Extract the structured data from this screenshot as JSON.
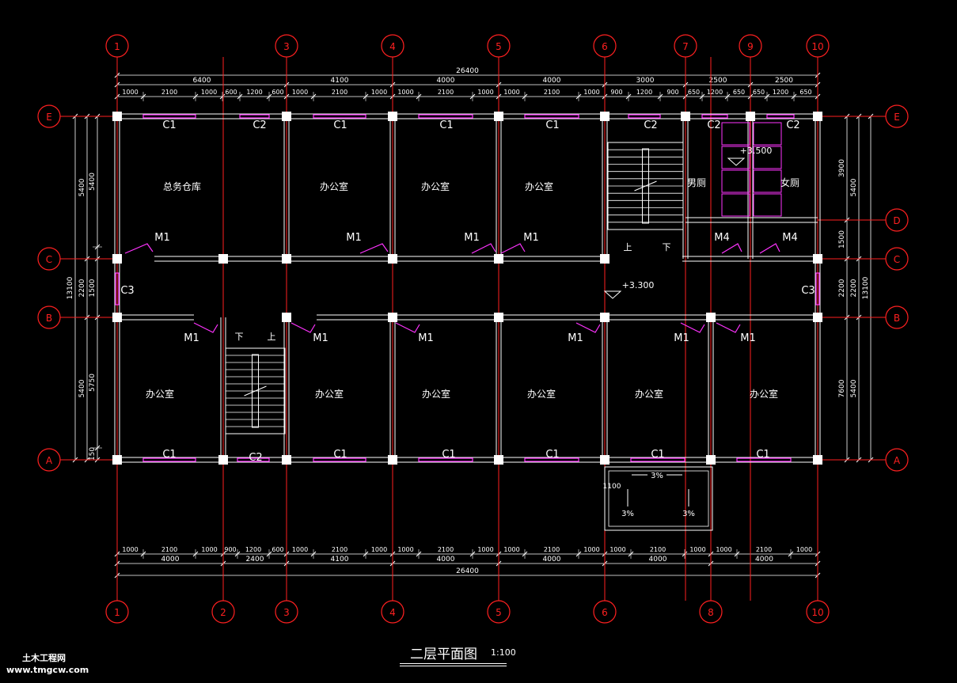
{
  "drawing": {
    "title": "二层平面图",
    "scale": "1:100",
    "watermark_cn": "土木工程网",
    "watermark_url": "www.tmgcw.com"
  },
  "colors": {
    "background": "#000000",
    "wall": "#ffffff",
    "axis": "#ff2020",
    "window": "#ff33ff",
    "dimension": "#ffffff"
  },
  "axes": {
    "top": [
      "1",
      "3",
      "4",
      "5",
      "6",
      "7",
      "9",
      "10"
    ],
    "bottom": [
      "1",
      "2",
      "3",
      "4",
      "5",
      "6",
      "8",
      "10"
    ],
    "left": [
      "E",
      "C",
      "B",
      "A"
    ],
    "right": [
      "E",
      "D",
      "C",
      "B",
      "A"
    ]
  },
  "dimensions": {
    "top_total": "26400",
    "top_bays": [
      "6400",
      "4100",
      "4000",
      "4000",
      "3000",
      "2500",
      "2500"
    ],
    "top_detail": [
      "1000",
      "2100",
      "1000",
      "600",
      "1200",
      "600",
      "1000",
      "2100",
      "1000",
      "1000",
      "2100",
      "1000",
      "1000",
      "2100",
      "1000",
      "900",
      "1200",
      "900",
      "650",
      "1200",
      "650",
      "650",
      "1200",
      "650"
    ],
    "bottom_total": "26400",
    "bottom_bays": [
      "4000",
      "2400",
      "4100",
      "4000",
      "4000",
      "4000",
      "4000"
    ],
    "bottom_detail": [
      "1000",
      "2100",
      "1000",
      "900",
      "1200",
      "600",
      "1000",
      "2100",
      "1000",
      "1000",
      "2100",
      "1000",
      "1000",
      "2100",
      "1000",
      "1000",
      "2100",
      "1000",
      "1000",
      "2100",
      "1000"
    ],
    "left_total": "13100",
    "left_parts": [
      "5400",
      "2200",
      "5400"
    ],
    "left_detail": [
      "5400",
      "1500",
      "5750",
      "150"
    ],
    "right_total": "13100",
    "right_parts": [
      "5400",
      "2200",
      "5400"
    ],
    "right_detail": [
      "3900",
      "1500",
      "2200",
      "7600"
    ]
  },
  "rooms": {
    "top": [
      "总务仓库",
      "办公室",
      "办公室",
      "办公室",
      "男厕",
      "女厕"
    ],
    "bottom": [
      "办公室",
      "办公室",
      "办公室",
      "办公室",
      "办公室",
      "办公室"
    ]
  },
  "windows": {
    "top": [
      "C1",
      "C2",
      "C1",
      "C1",
      "C1",
      "C2",
      "C2",
      "C2"
    ],
    "bottom": [
      "C1",
      "C2",
      "C1",
      "C1",
      "C1",
      "C1",
      "C1"
    ],
    "corridor": [
      "C3",
      "C3"
    ]
  },
  "doors": {
    "top": [
      "M1",
      "M1",
      "M1",
      "M1",
      "M4",
      "M4"
    ],
    "bottom": [
      "M1",
      "M1",
      "M1",
      "M1",
      "M1",
      "M1"
    ]
  },
  "stairs": {
    "up": "上",
    "down": "下"
  },
  "levels": {
    "floor": "+3.300",
    "toilet": "+3.500"
  },
  "slope": {
    "label": "3%",
    "platform_dim": "1100"
  }
}
